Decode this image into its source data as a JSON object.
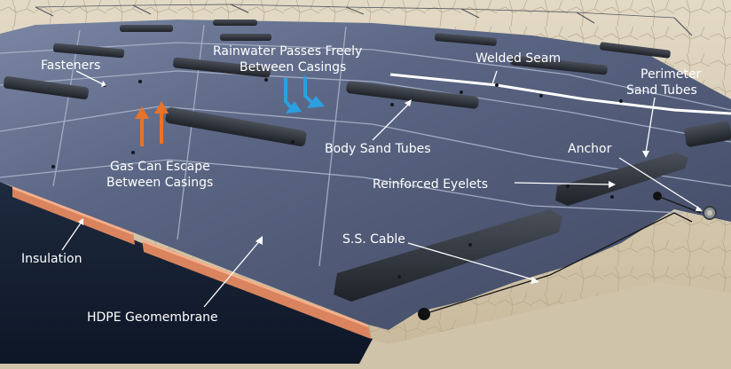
{
  "labels": {
    "fasteners": "Fasteners",
    "rainwater_line1": "Rainwater Passes Freely",
    "rainwater_line2": "Between Casings",
    "welded_seam": "Welded Seam",
    "perimeter_line1": "Perimeter",
    "perimeter_line2": "Sand Tubes",
    "body_sand_tubes": "Body Sand Tubes",
    "anchor": "Anchor",
    "gas_line1": "Gas Can Escape",
    "gas_line2": "Between Casings",
    "reinforced_eyelets": "Reinforced Eyelets",
    "insulation": "Insulation",
    "ss_cable": "S.S. Cable",
    "hdpe": "HDPE Geomembrane"
  },
  "colors": {
    "membrane": "#4d5876",
    "membrane_light": "#6b7796",
    "tube": "#2b2f37",
    "insulation": "#d9845e",
    "ground": "#cfc3aa",
    "gas_arrow": "#e8732a",
    "rain_arrow": "#2b9fe0",
    "label_text": "#ffffff"
  }
}
